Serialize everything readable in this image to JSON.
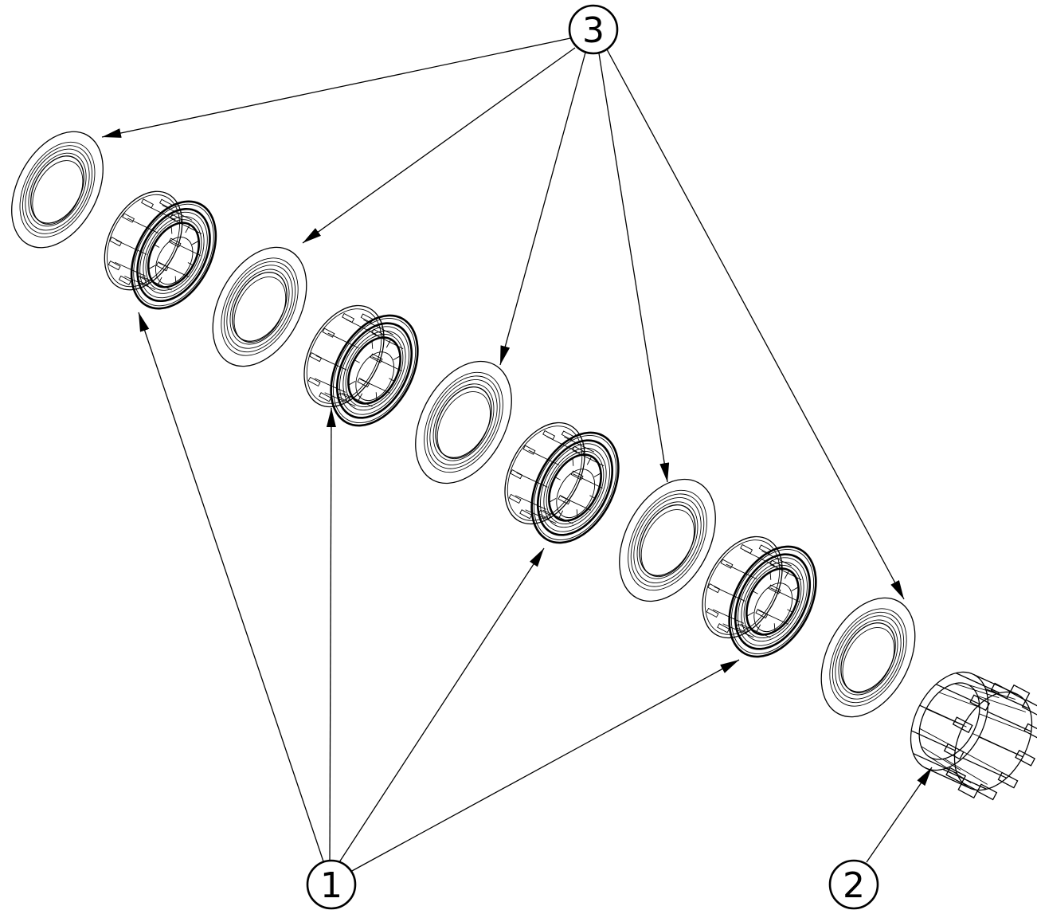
{
  "diagram": {
    "callouts": [
      {
        "id": "callout-1",
        "label": "1"
      },
      {
        "id": "callout-2",
        "label": "2"
      },
      {
        "id": "callout-3",
        "label": "3"
      }
    ],
    "parts": {
      "washer_count": 5,
      "bearing_count": 4,
      "cage_count": 1
    },
    "colors": {
      "line": "#000000",
      "background": "#ffffff"
    }
  }
}
